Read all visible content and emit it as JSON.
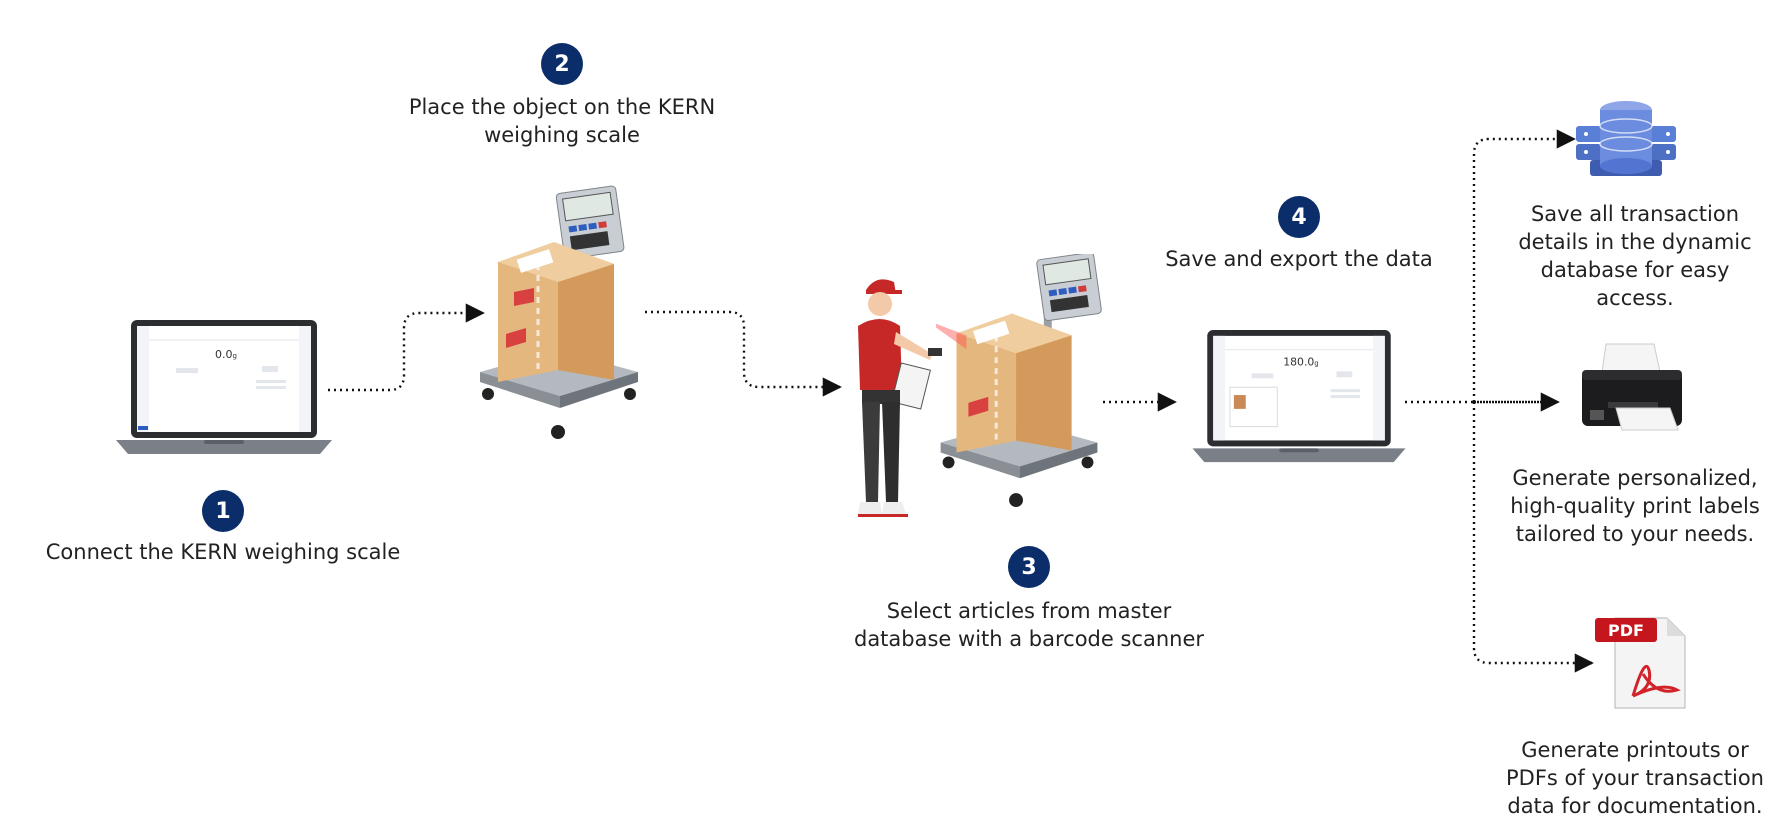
{
  "steps": [
    {
      "number": "1",
      "lines": [
        "Connect the KERN weighing scale"
      ]
    },
    {
      "number": "2",
      "lines": [
        "Place the object on the KERN",
        "weighing scale"
      ]
    },
    {
      "number": "3",
      "lines": [
        "Select articles from master",
        "database with a barcode scanner"
      ]
    },
    {
      "number": "4",
      "lines": [
        "Save and export the data"
      ]
    }
  ],
  "outputs": [
    {
      "icon": "database-icon",
      "lines": [
        "Save all transaction",
        "details in the dynamic",
        "database for easy",
        "access."
      ]
    },
    {
      "icon": "printer-icon",
      "lines": [
        "Generate personalized,",
        "high-quality print labels",
        "tailored to your needs."
      ]
    },
    {
      "icon": "pdf-file-icon",
      "badge": "PDF",
      "lines": [
        "Generate printouts or",
        "PDFs of your transaction",
        "data for documentation."
      ]
    }
  ],
  "laptop1": {
    "reading": "0.0",
    "unit": "g"
  },
  "laptop2": {
    "reading": "180.0",
    "unit": "g"
  },
  "colors": {
    "badge": "#0b2e6b",
    "box": "#e4b77f",
    "worker_red": "#c62828",
    "scale_gray": "#8a8f96"
  }
}
